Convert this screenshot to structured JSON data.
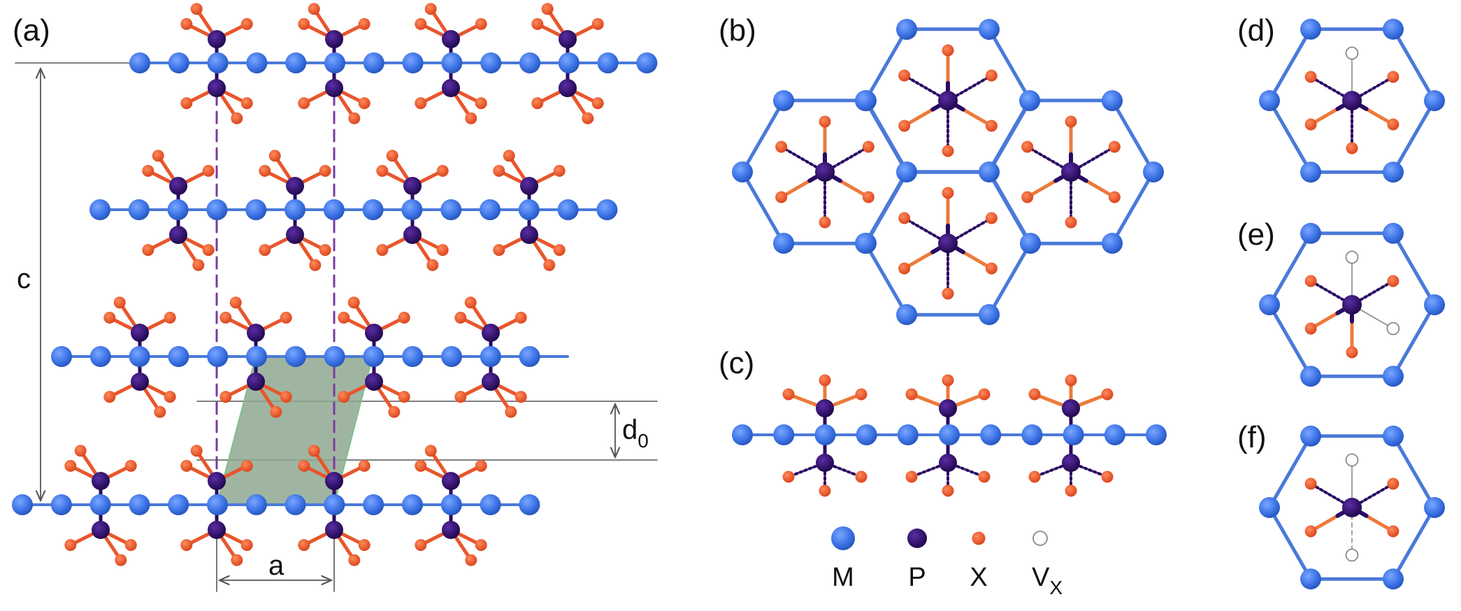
{
  "panels": {
    "a": "(a)",
    "b": "(b)",
    "c": "(c)",
    "d": "(d)",
    "e": "(e)",
    "f": "(f)"
  },
  "dimensions": {
    "c": "c",
    "a": "a",
    "d0_main": "d",
    "d0_sub": "0"
  },
  "legend": [
    {
      "symbol": "M",
      "sub": "",
      "kind": "metal-atom",
      "color": "#3d74e6"
    },
    {
      "symbol": "P",
      "sub": "",
      "kind": "phosphorus-atom",
      "color": "#2a0a63"
    },
    {
      "symbol": "X",
      "sub": "",
      "kind": "chalcogen-atom",
      "color": "#e8562b"
    },
    {
      "symbol": "V",
      "sub": "X",
      "kind": "vacancy",
      "color": "#ffffff"
    }
  ],
  "colors": {
    "metal": "#3d74e6",
    "metal_bond": "#4a79d8",
    "phosphorus": "#2a0a63",
    "chalcogen": "#e8562b",
    "chalcogen_light": "#ec7a3a",
    "cell_fill": "#8fa891",
    "cell_edge": "#7dc08a",
    "dash": "#7a3aa0",
    "guide": "#555555"
  }
}
